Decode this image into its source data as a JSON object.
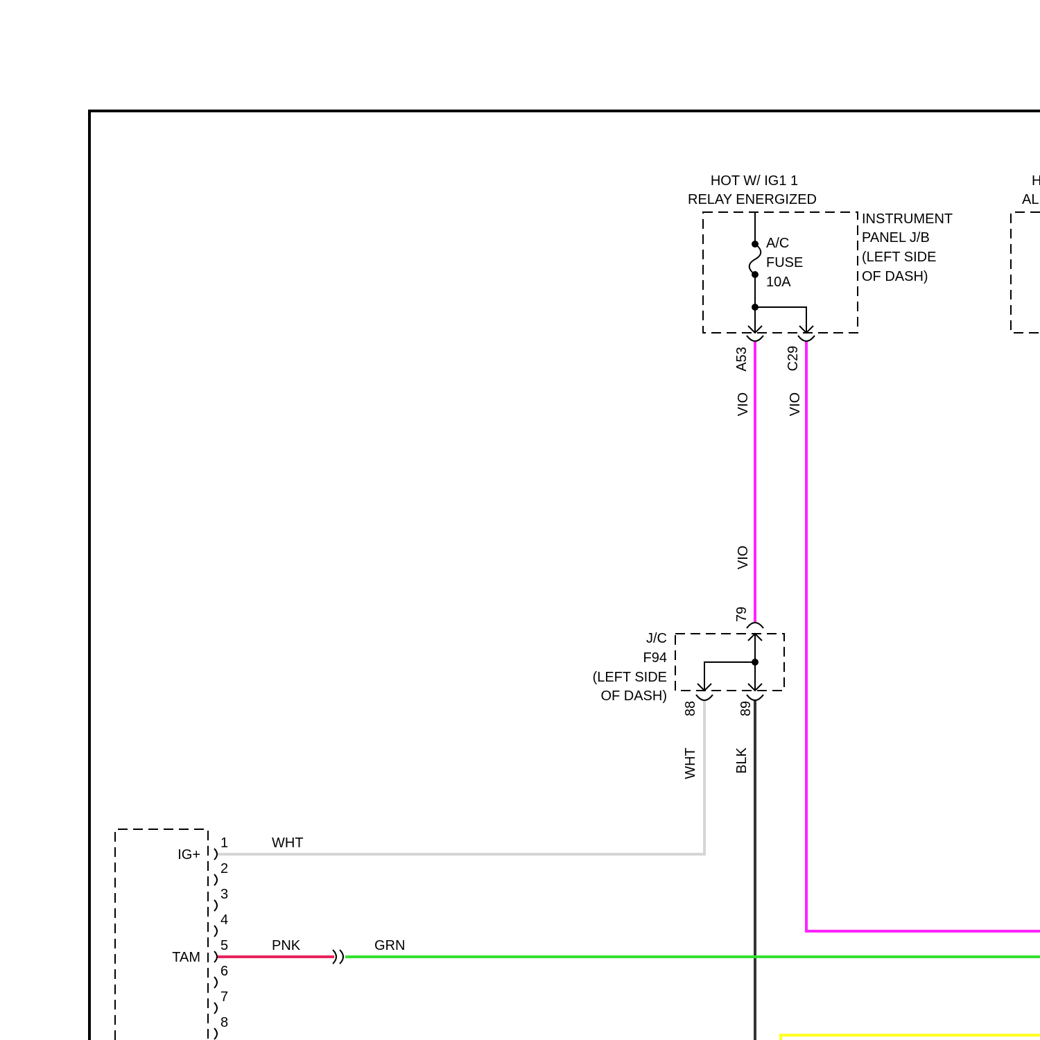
{
  "power_source": {
    "line1": "HOT W/ IG1 1",
    "line2": "RELAY ENERGIZED"
  },
  "cut_off_label": {
    "line1": "H",
    "line2": "AL"
  },
  "junction_block": {
    "line1": "INSTRUMENT",
    "line2": "PANEL J/B",
    "line3": "(LEFT SIDE",
    "line4": "OF DASH)"
  },
  "fuse": {
    "line1": "A/C",
    "line2": "FUSE",
    "line3": "10A"
  },
  "terminals": {
    "a53": "A53",
    "c29": "C29",
    "t79": "79",
    "t88": "88",
    "t89": "89"
  },
  "wire_colors": {
    "vio": "VIO",
    "wht": "WHT",
    "blk": "BLK",
    "pnk": "PNK",
    "grn": "GRN"
  },
  "junction_connector": {
    "line1": "J/C",
    "line2": "F94",
    "line3": "(LEFT SIDE",
    "line4": "OF DASH)"
  },
  "component_pins": {
    "p1": "1",
    "p2": "2",
    "p3": "3",
    "p4": "4",
    "p5": "5",
    "p6": "6",
    "p7": "7",
    "p8": "8"
  },
  "pin_names": {
    "ig": "IG+",
    "tam": "TAM"
  },
  "colors": {
    "violet": "#ff22ff",
    "white_wire": "#d6d6d6",
    "black_wire": "#333333",
    "pink": "#e8245c",
    "green": "#33e033",
    "yellow": "#ffff22"
  }
}
